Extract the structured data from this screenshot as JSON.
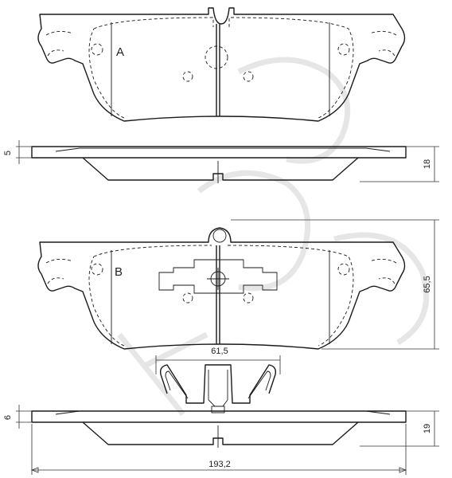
{
  "labels": {
    "pad_a": "A",
    "pad_b": "B"
  },
  "dimensions": {
    "top_thickness_left": "5",
    "top_thickness_right": "18",
    "height": "65,5",
    "spring_width": "61,5",
    "bottom_thickness_left": "6",
    "bottom_thickness_right": "19",
    "total_width": "193,2"
  },
  "colors": {
    "line": "#1a1a1a",
    "watermark": "#e6e6e6"
  }
}
